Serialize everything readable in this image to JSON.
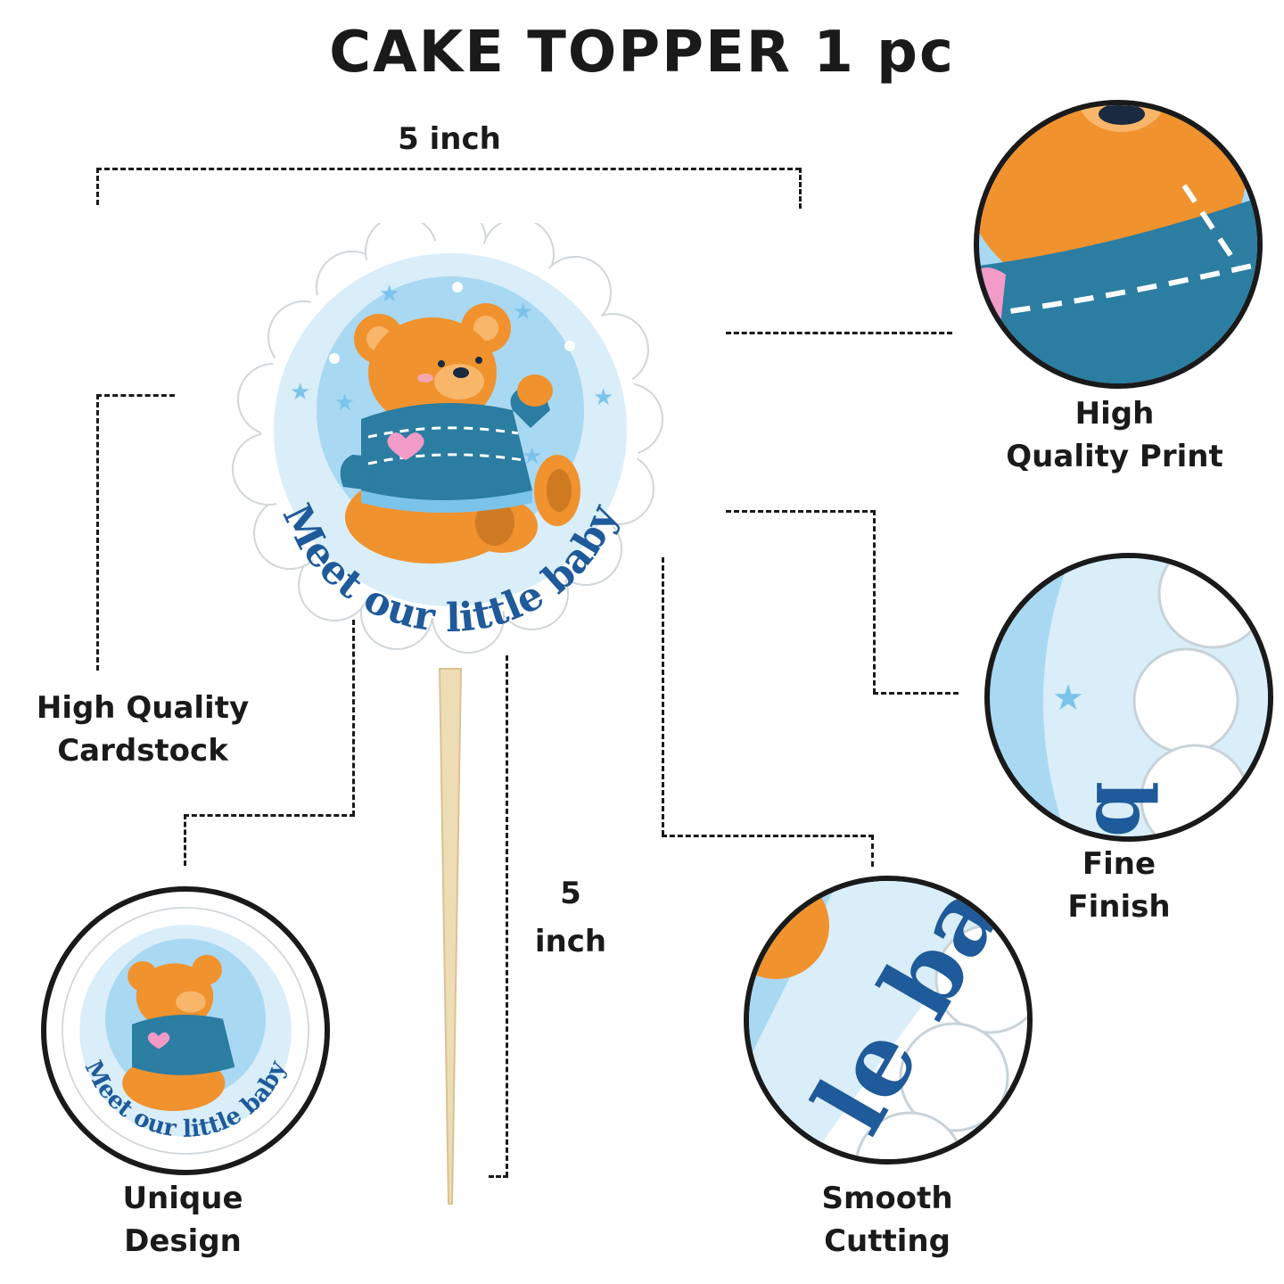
{
  "title": "CAKE TOPPER 1 pc",
  "topper": {
    "text": "Meet our little baby",
    "colors": {
      "text": "#1f5a9a",
      "ring": "#d9eef9",
      "inner": "#a9d8f2",
      "bear": "#f0922e",
      "sweater": "#2b7da1",
      "heart": "#f29ac8",
      "stick": "#eedcb4"
    }
  },
  "dimensions": {
    "width_label": "5 inch",
    "height_label_line1": "5",
    "height_label_line2": "inch"
  },
  "features": {
    "cardstock": [
      "High Quality",
      "Cardstock"
    ],
    "print": [
      "High",
      "Quality Print"
    ],
    "finish": [
      "Fine",
      "Finish"
    ],
    "cutting": [
      "Smooth",
      "Cutting"
    ],
    "design": [
      "Unique",
      "Design"
    ]
  }
}
